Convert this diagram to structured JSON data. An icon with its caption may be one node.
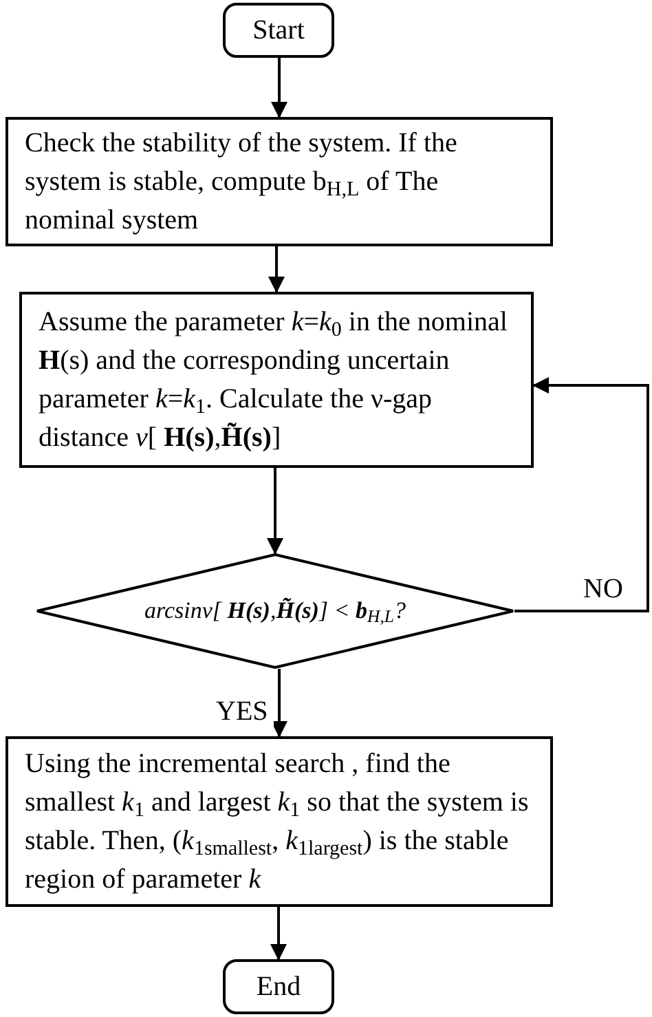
{
  "diagram": {
    "nodes": [
      {
        "text": [
          "Start"
        ]
      },
      {
        "text": [
          "Check the stability of the system. If the system is stable, compute b$_{H,L}$ of The nominal system"
        ]
      },
      {
        "text": [
          "Assume the parameter *k*=*k*$_{0}$ in the nominal **H**(s) and the corresponding uncertain parameter *k*=*k*$_{1}$. Calculate the ν-gap distance *ν*[ **H(s)**,**H̃(s)**]"
        ]
      },
      {
        "text": [
          "arcsinν[ **H(s)**,**H̃(s)**] < **b**$_{H,L}$?"
        ]
      },
      {
        "text": [
          "Using the incremental search , find the smallest *k*$_{1}$ and largest *k*$_{1}$ so that the system is stable. Then, (*k*$_{1smallest}$, *k*$_{1largest}$) is the stable region of parameter *k*"
        ]
      },
      {
        "text": [
          "End"
        ]
      }
    ],
    "edges": [
      {
        "from": 0,
        "to": 1,
        "arrow": "to"
      },
      {
        "from": 1,
        "to": 2,
        "arrow": "to"
      },
      {
        "from": 2,
        "to": 3,
        "arrow": "to"
      },
      {
        "from": 3,
        "to": 2,
        "arrow": "to",
        "label": "NO"
      },
      {
        "from": 3,
        "to": 4,
        "arrow": "to",
        "label": "YES"
      },
      {
        "from": 4,
        "to": 5,
        "arrow": "to"
      }
    ]
  }
}
